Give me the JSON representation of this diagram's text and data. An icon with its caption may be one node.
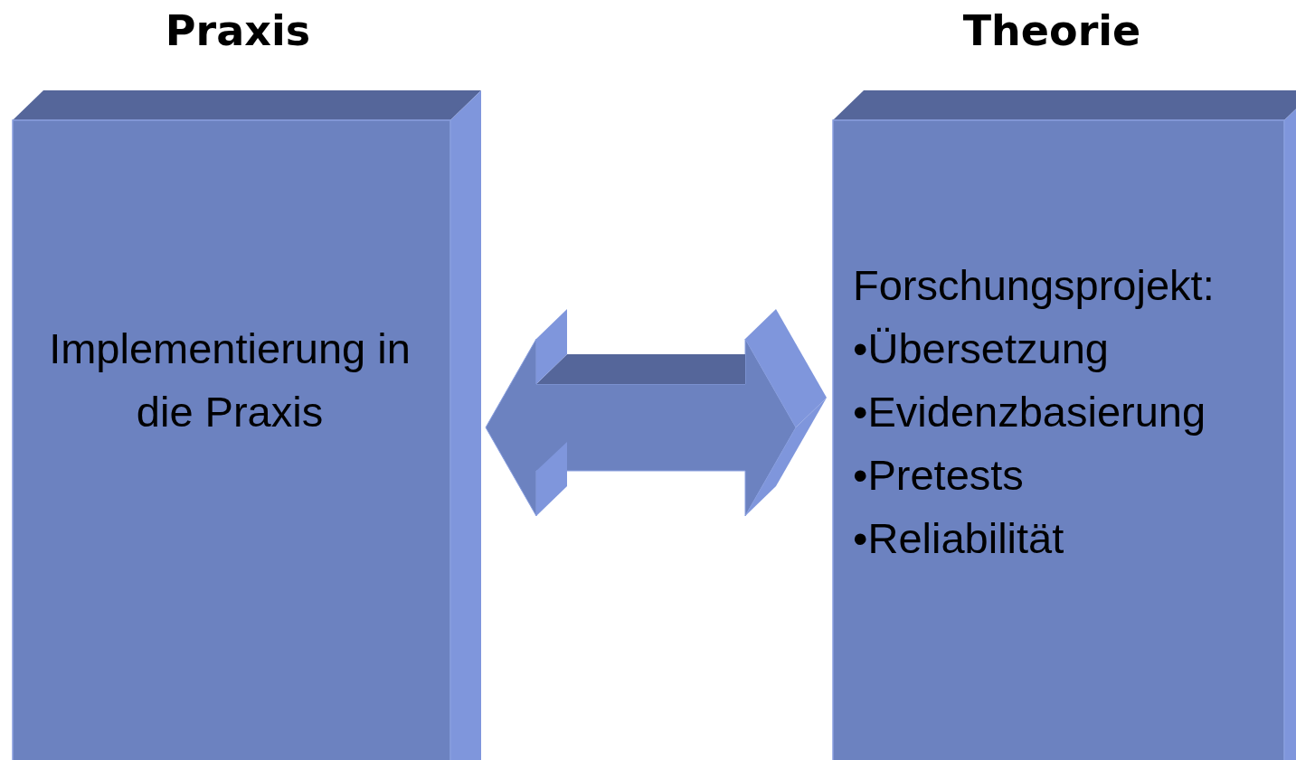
{
  "diagram": {
    "nodes": [
      {
        "text": [
          "Praxis",
          "Implementierung in die Praxis"
        ]
      },
      {
        "text": [
          "Theorie",
          "Forschungsprojekt:",
          "•Übersetzung",
          "•Evidenzbasierung",
          "•Pretests",
          "•Reliabilität"
        ]
      }
    ],
    "edges": [
      {
        "from": 0,
        "to": 1,
        "arrow": "both"
      }
    ]
  }
}
